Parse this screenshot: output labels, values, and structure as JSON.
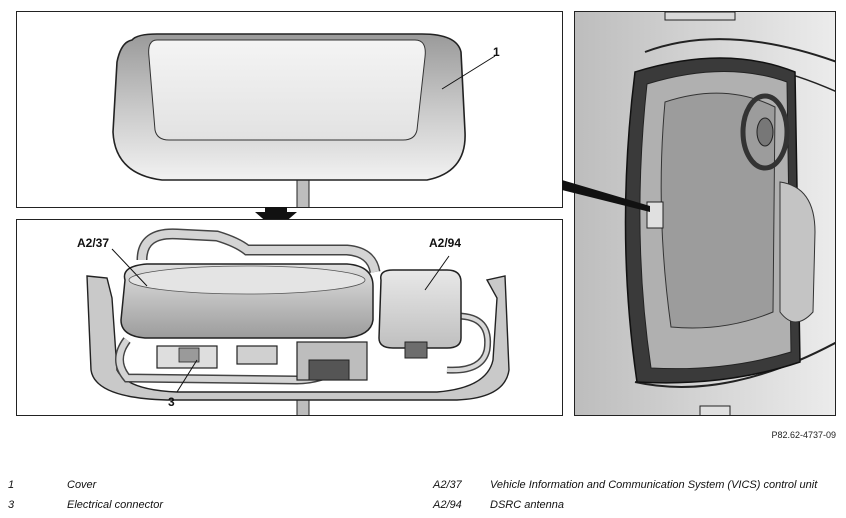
{
  "callouts": {
    "cover": "1",
    "vics_unit": "A2/37",
    "dsrc": "A2/94",
    "connector": "3"
  },
  "figure_ref": "P82.62-4737-09",
  "legend": [
    {
      "code": "1",
      "text": "Cover"
    },
    {
      "code": "3",
      "text": "Electrical connector"
    },
    {
      "code": "A2/37",
      "text": "Vehicle Information and Communication System (VICS) control unit"
    },
    {
      "code": "A2/94",
      "text": "DSRC antenna"
    }
  ]
}
